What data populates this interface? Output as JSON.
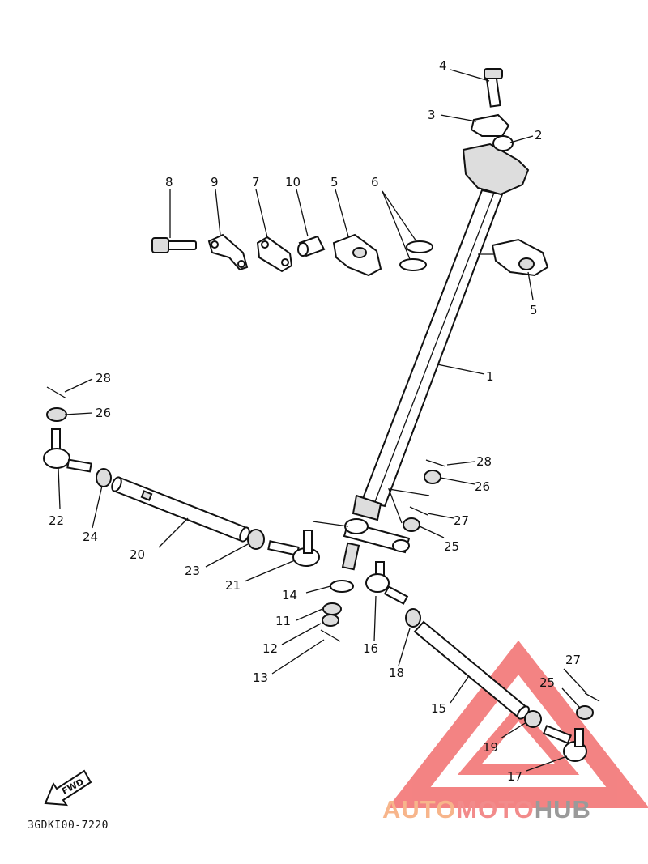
{
  "diagram": {
    "code": "3GDKI00-7220",
    "fwd_label": "FWD",
    "watermark": {
      "part1": "AUTO",
      "part2": "MOTO",
      "part3": "HUB",
      "colors": {
        "auto": "#f7b58b",
        "moto": "#f28b8b",
        "hub": "#9a9a9a",
        "triangle": "#f05a5a"
      }
    },
    "callouts": {
      "c1": "1",
      "c2": "2",
      "c3": "3",
      "c4": "4",
      "c5a": "5",
      "c5b": "5",
      "c6": "6",
      "c7": "7",
      "c8": "8",
      "c9": "9",
      "c10": "10",
      "c11": "11",
      "c12": "12",
      "c13": "13",
      "c14": "14",
      "c15": "15",
      "c16": "16",
      "c17": "17",
      "c18": "18",
      "c19": "19",
      "c20": "20",
      "c21": "21",
      "c22": "22",
      "c23": "23",
      "c24": "24",
      "c25a": "25",
      "c25b": "25",
      "c26a": "26",
      "c26b": "26",
      "c27a": "27",
      "c27b": "27",
      "c28a": "28",
      "c28b": "28"
    }
  }
}
